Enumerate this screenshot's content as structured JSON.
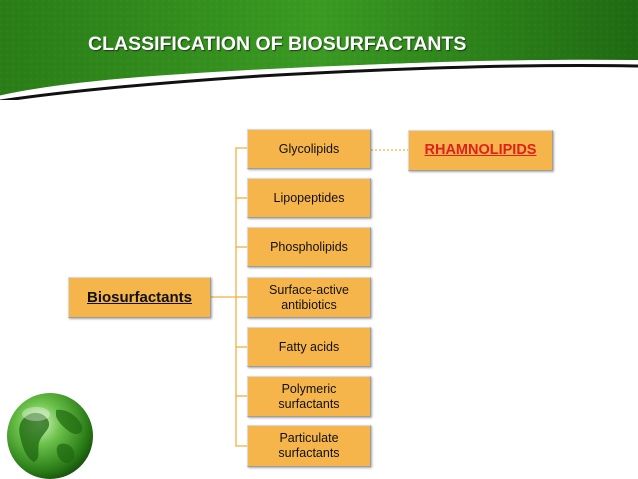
{
  "title": "CLASSIFICATION OF BIOSURFACTANTS",
  "root": {
    "label": "Biosurfactants"
  },
  "categories": [
    {
      "label": "Glycolipids"
    },
    {
      "label": "Lipopeptides"
    },
    {
      "label": "Phospholipids"
    },
    {
      "label": "Surface-active antibiotics"
    },
    {
      "label": "Fatty acids"
    },
    {
      "label": "Polymeric surfactants"
    },
    {
      "label": "Particulate surfactants"
    }
  ],
  "sub_item": {
    "label": "RHAMNOLIPIDS",
    "parent": "Glycolipids"
  },
  "colors": {
    "header_green": "#2e8a1c",
    "header_dark_green": "#1b5c10",
    "box_fill": "#f5b54a",
    "connector": "#f0b040",
    "rhamno_text": "#e0201e",
    "text": "#111111"
  },
  "icons": {
    "globe": "earth-globe-icon"
  }
}
